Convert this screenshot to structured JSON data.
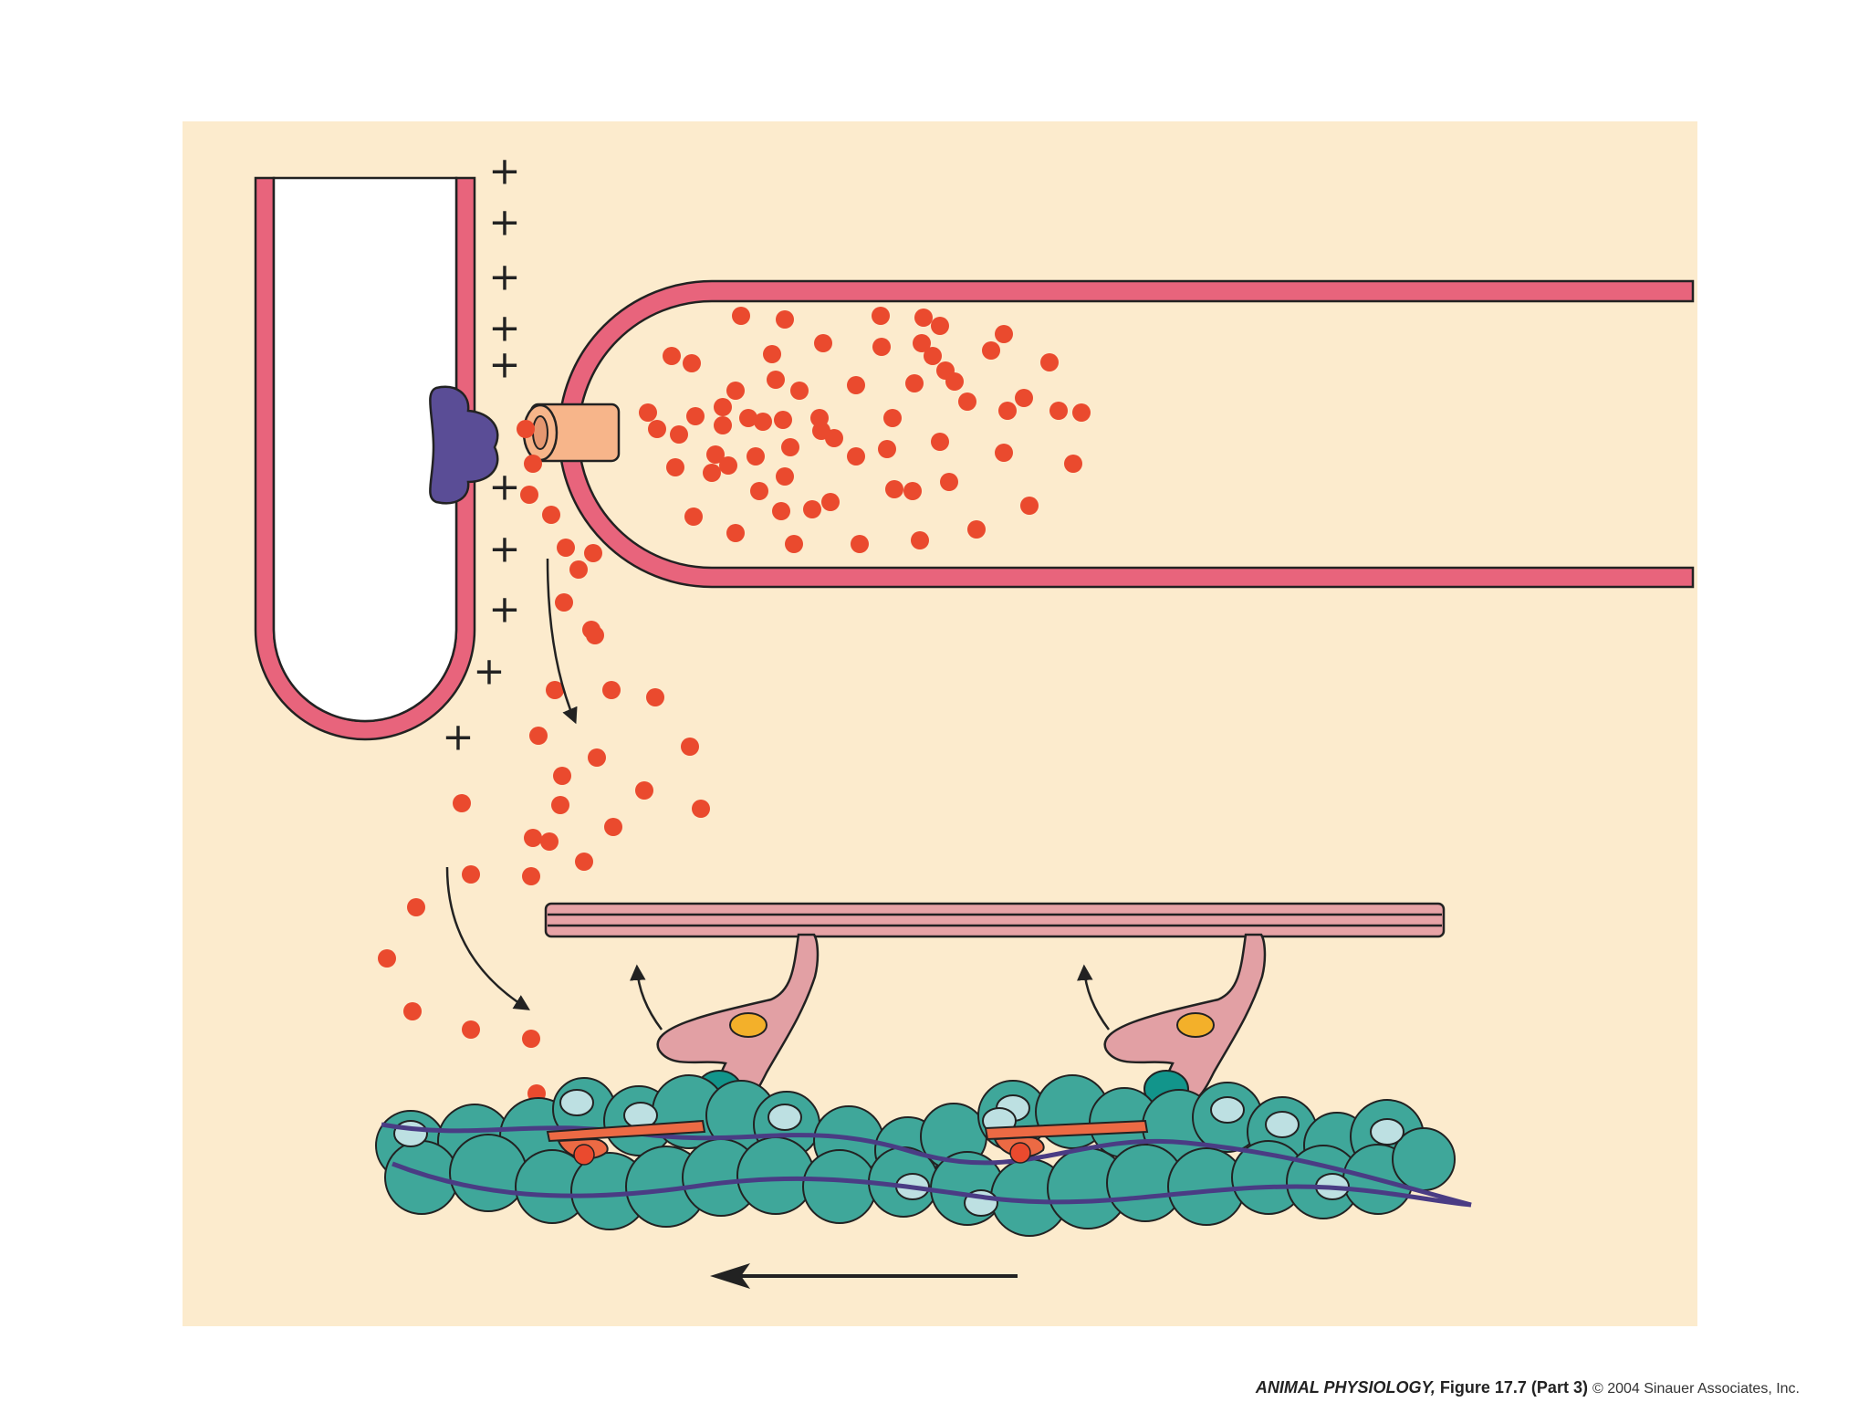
{
  "labels": {
    "charge_sign": "+"
  },
  "credit": {
    "book_title": "ANIMAL PHYSIOLOGY,",
    "figure": "Figure 17.7 (Part 3)",
    "copyright": "© 2004 Sinauer Associates, Inc."
  },
  "colors": {
    "background_panel": "#fcebcd",
    "membrane": "#e8647c",
    "membrane_outline": "#222222",
    "calcium_ion": "#ea4a2e",
    "ryanodine_receptor": "#5a4d96",
    "channel": "#f7b58a",
    "myosin_filament": "#e7a3a6",
    "myosin_head": "#e2a0a4",
    "myosin_atp_site": "#f3b02a",
    "myosin_binding_tip": "#12958b",
    "actin_monomer": "#3fa79a",
    "actin_site": "#bde0e2",
    "tropomyosin": "#4a3c84",
    "troponin": "#ec6a44"
  },
  "icons": [
    "plus-sign",
    "calcium-ion",
    "ryanodine-receptor",
    "calcium-release-channel",
    "diffusion-arrow",
    "power-stroke-arrow",
    "filament-slide-arrow"
  ]
}
